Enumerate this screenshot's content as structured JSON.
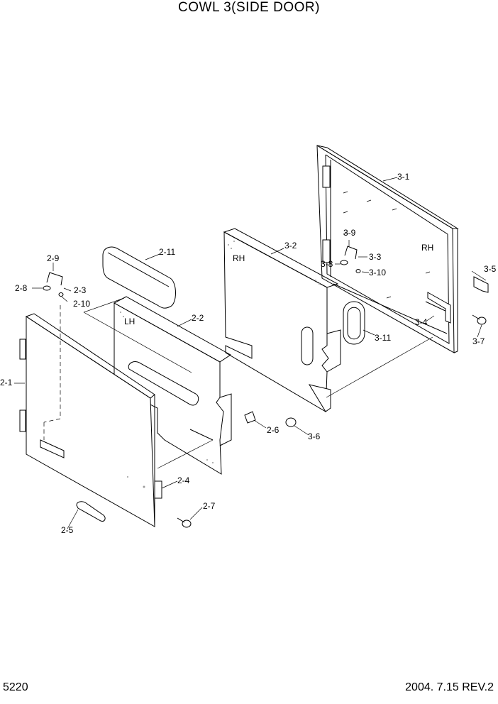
{
  "title": "COWL 3(SIDE DOOR)",
  "footer": {
    "page_number": "5220",
    "revision": "2004. 7.15  REV.2"
  },
  "side_labels": {
    "lh": "LH",
    "rh_panel": "RH",
    "rh_door": "RH"
  },
  "callouts": {
    "c2_1": "2-1",
    "c2_2": "2-2",
    "c2_3": "2-3",
    "c2_4": "2-4",
    "c2_5": "2-5",
    "c2_6": "2-6",
    "c2_7": "2-7",
    "c2_8": "2-8",
    "c2_9": "2-9",
    "c2_10": "2-10",
    "c2_11": "2-11",
    "c3_1": "3-1",
    "c3_2": "3-2",
    "c3_3": "3-3",
    "c3_4": "3-4",
    "c3_5": "3-5",
    "c3_6": "3-6",
    "c3_7": "3-7",
    "c3_8": "3-8",
    "c3_9": "3-9",
    "c3_10": "3-10",
    "c3_11": "3-11"
  }
}
